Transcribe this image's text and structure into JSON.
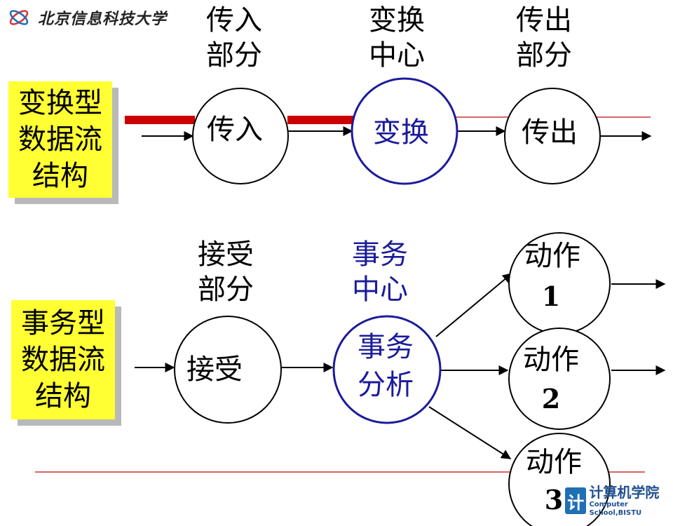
{
  "header": {
    "logo_text": "北京信息科技大学"
  },
  "transform_flow": {
    "side_label": [
      "变换型",
      "数据流",
      "结构"
    ],
    "labels": {
      "incoming": [
        "传入",
        "部分"
      ],
      "center": [
        "变换",
        "中心"
      ],
      "outgoing": [
        "传出",
        "部分"
      ]
    },
    "nodes": {
      "incoming": "传入",
      "center": "变换",
      "outgoing": "传出"
    }
  },
  "transaction_flow": {
    "side_label": [
      "事务型",
      "数据流",
      "结构"
    ],
    "labels": {
      "receive": [
        "接受",
        "部分"
      ],
      "center": [
        "事务",
        "中心"
      ]
    },
    "nodes": {
      "receive": "接受",
      "center": [
        "事务",
        "分析"
      ],
      "action1": [
        "动作",
        "1"
      ],
      "action2": [
        "动作",
        "2"
      ],
      "action3": [
        "动作",
        "3"
      ]
    }
  },
  "footer": {
    "mark": "计",
    "name": "计算机学院",
    "subtitle": "Computer School,BISTU"
  },
  "colors": {
    "highlight_box": "#ffff33",
    "band_red": "#cc0000",
    "thin_red": "#cc3333",
    "center_blue": "#1b1b9b"
  }
}
